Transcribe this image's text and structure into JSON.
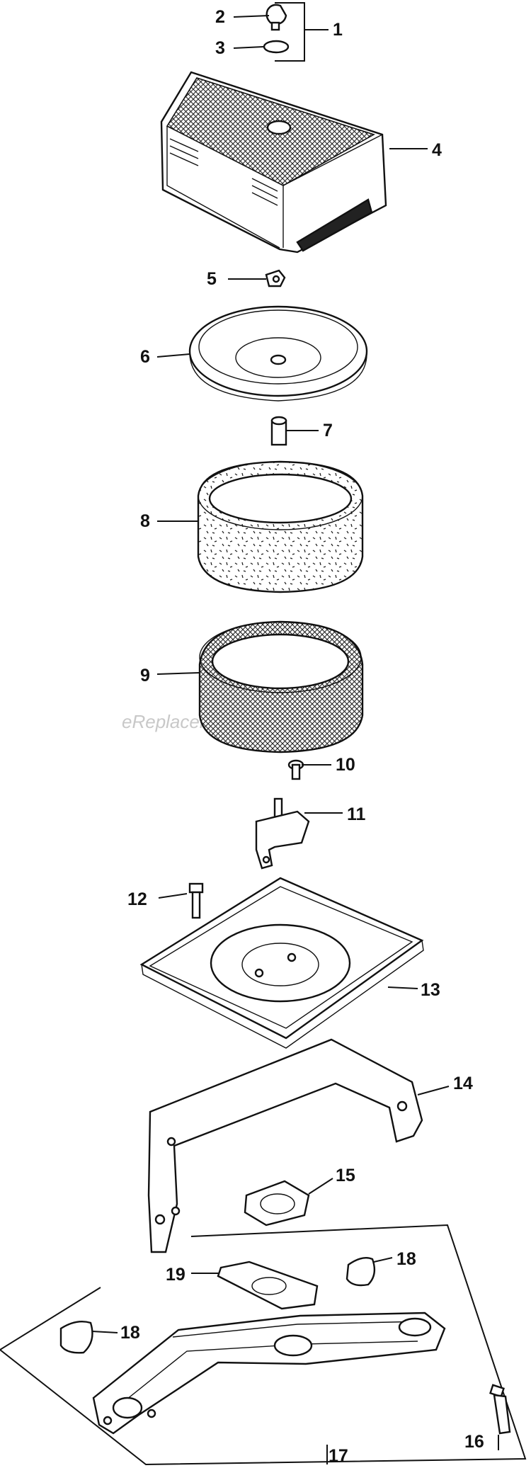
{
  "watermark": "eReplacementParts.com",
  "callouts": [
    {
      "id": "c1",
      "label": "1"
    },
    {
      "id": "c2",
      "label": "2"
    },
    {
      "id": "c3",
      "label": "3"
    },
    {
      "id": "c4",
      "label": "4"
    },
    {
      "id": "c5",
      "label": "5"
    },
    {
      "id": "c6",
      "label": "6"
    },
    {
      "id": "c7",
      "label": "7"
    },
    {
      "id": "c8",
      "label": "8"
    },
    {
      "id": "c9",
      "label": "9"
    },
    {
      "id": "c10",
      "label": "10"
    },
    {
      "id": "c11",
      "label": "11"
    },
    {
      "id": "c12",
      "label": "12"
    },
    {
      "id": "c13",
      "label": "13"
    },
    {
      "id": "c14",
      "label": "14"
    },
    {
      "id": "c15",
      "label": "15"
    },
    {
      "id": "c16",
      "label": "16"
    },
    {
      "id": "c17",
      "label": "17"
    },
    {
      "id": "c18a",
      "label": "18"
    },
    {
      "id": "c18b",
      "label": "18"
    },
    {
      "id": "c19",
      "label": "19"
    }
  ]
}
